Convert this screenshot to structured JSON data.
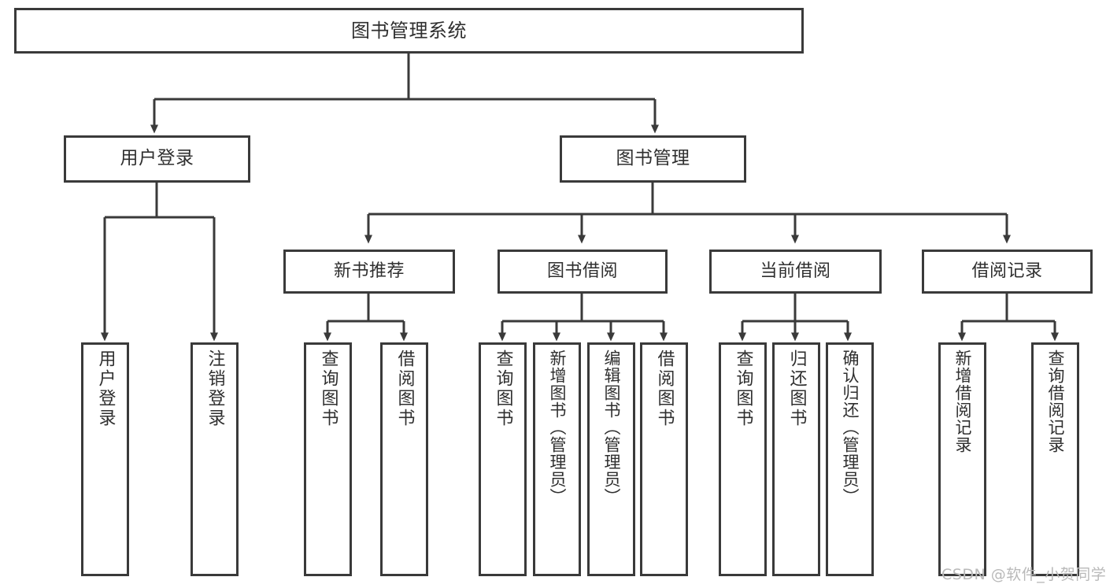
{
  "diagram": {
    "title": "图书管理系统",
    "type": "tree-hierarchy-diagram",
    "orientation": "top-down",
    "colors": {
      "background": "#ffffff",
      "node_border": "#3a3a3a",
      "node_fill": "#ffffff",
      "edge": "#3a3a3a",
      "text": "#2f2f2f",
      "watermark": "#b9b9b9"
    }
  },
  "watermark": {
    "text": "CSDN @软件_小贺同学"
  },
  "nodes": {
    "root": {
      "label": "图书管理系统"
    },
    "level1": [
      {
        "id": "user-login",
        "label": "用户登录"
      },
      {
        "id": "book-management",
        "label": "图书管理"
      }
    ],
    "level2": [
      {
        "id": "new-book-recommend",
        "label": "新书推荐"
      },
      {
        "id": "book-borrow",
        "label": "图书借阅"
      },
      {
        "id": "current-borrow",
        "label": "当前借阅"
      },
      {
        "id": "borrow-record",
        "label": "借阅记录"
      }
    ],
    "leaves": {
      "user_login": [
        {
          "id": "leaf-user-login",
          "label": "用户登录"
        },
        {
          "id": "leaf-logout-login",
          "label": "注销登录"
        }
      ],
      "new_book_recommend": [
        {
          "id": "leaf-query-book-1",
          "label": "查询图书"
        },
        {
          "id": "leaf-borrow-book-1",
          "label": "借阅图书"
        }
      ],
      "book_borrow": [
        {
          "id": "leaf-query-book-2",
          "label": "查询图书"
        },
        {
          "id": "leaf-add-book",
          "label": "新增图书（管理员）"
        },
        {
          "id": "leaf-edit-book",
          "label": "编辑图书（管理员）"
        },
        {
          "id": "leaf-borrow-book-2",
          "label": "借阅图书"
        }
      ],
      "current_borrow": [
        {
          "id": "leaf-query-book-3",
          "label": "查询图书"
        },
        {
          "id": "leaf-return-book",
          "label": "归还图书"
        },
        {
          "id": "leaf-confirm-return",
          "label": "确认归还（管理员）"
        }
      ],
      "borrow_record": [
        {
          "id": "leaf-add-record",
          "label": "新增借阅记录"
        },
        {
          "id": "leaf-query-record",
          "label": "查询借阅记录"
        }
      ]
    }
  },
  "structure": {
    "edges": [
      {
        "from": "图书管理系统",
        "to": "用户登录"
      },
      {
        "from": "图书管理系统",
        "to": "图书管理"
      },
      {
        "from": "用户登录",
        "to": "用户登录"
      },
      {
        "from": "用户登录",
        "to": "注销登录"
      },
      {
        "from": "图书管理",
        "to": "新书推荐"
      },
      {
        "from": "图书管理",
        "to": "图书借阅"
      },
      {
        "from": "图书管理",
        "to": "当前借阅"
      },
      {
        "from": "图书管理",
        "to": "借阅记录"
      },
      {
        "from": "新书推荐",
        "to": "查询图书"
      },
      {
        "from": "新书推荐",
        "to": "借阅图书"
      },
      {
        "from": "图书借阅",
        "to": "查询图书"
      },
      {
        "from": "图书借阅",
        "to": "新增图书（管理员）"
      },
      {
        "from": "图书借阅",
        "to": "编辑图书（管理员）"
      },
      {
        "from": "图书借阅",
        "to": "借阅图书"
      },
      {
        "from": "当前借阅",
        "to": "查询图书"
      },
      {
        "from": "当前借阅",
        "to": "归还图书"
      },
      {
        "from": "当前借阅",
        "to": "确认归还（管理员）"
      },
      {
        "from": "借阅记录",
        "to": "新增借阅记录"
      },
      {
        "from": "借阅记录",
        "to": "查询借阅记录"
      }
    ]
  }
}
